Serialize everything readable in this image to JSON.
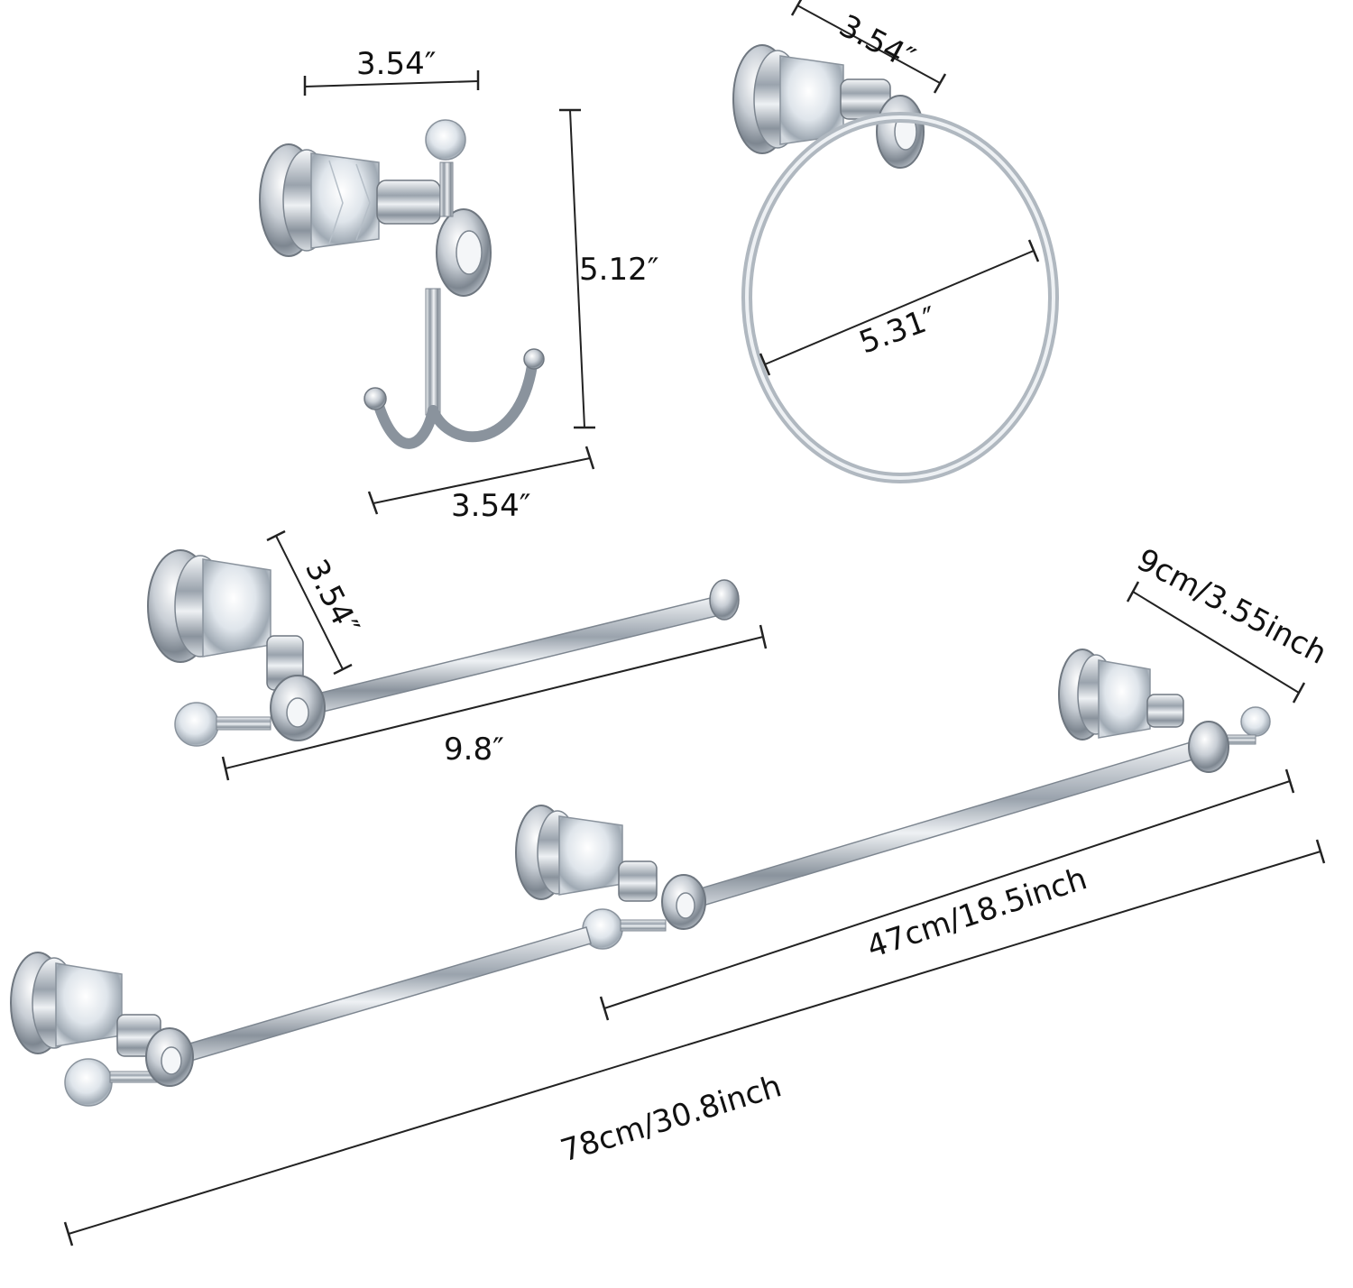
{
  "colors": {
    "background": "#ffffff",
    "chrome_dark": "#6f7780",
    "chrome_mid": "#c3cad2",
    "chrome_light": "#f4f6f8",
    "crystal": "#e4e9ee",
    "dimension_line": "#222222"
  },
  "products": {
    "robe_hook": {
      "width_top": "3.54″",
      "height": "5.12″",
      "width_bottom": "3.54″"
    },
    "towel_ring": {
      "depth": "3.54″",
      "diameter": "5.31″"
    },
    "toilet_paper_holder": {
      "depth": "3.54″",
      "length": "9.8″"
    },
    "towel_bars": {
      "depth": "9cm/3.55inch",
      "short_length": "47cm/18.5inch",
      "long_length": "78cm/30.8inch"
    }
  }
}
